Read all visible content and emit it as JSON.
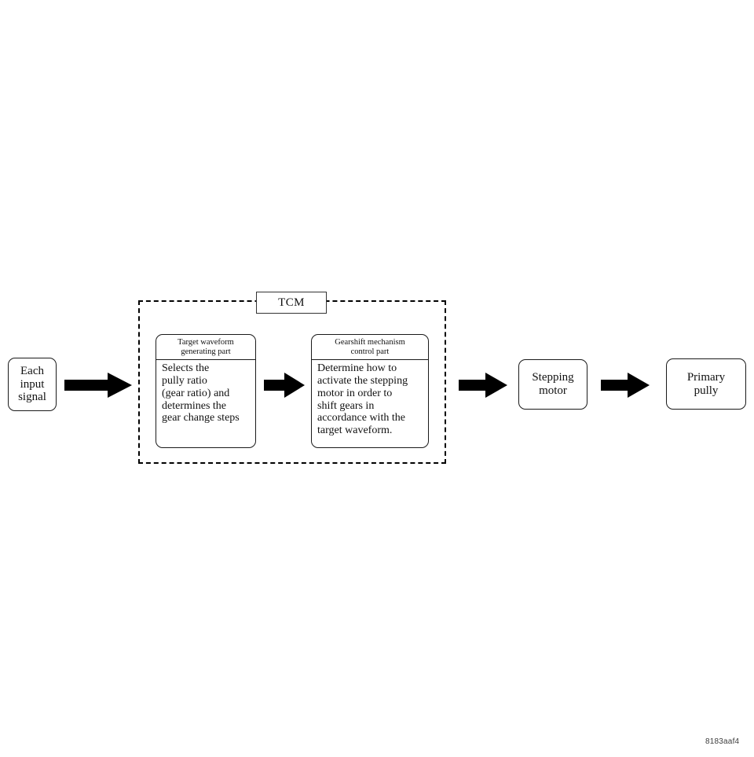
{
  "figure": {
    "code": "8183aaf4"
  },
  "nodes": {
    "input_signal": {
      "label": "Each\ninput\nsignal"
    },
    "stepping_motor": {
      "label": "Stepping\nmotor"
    },
    "primary_pully": {
      "label": "Primary\npully"
    }
  },
  "tcm": {
    "title": "TCM",
    "parts": [
      {
        "header": "Target waveform\ngenerating part",
        "body": "Selects the\npully ratio\n(gear ratio) and\ndetermines the\ngear change steps"
      },
      {
        "header": "Gearshift mechanism\ncontrol part",
        "body": "Determine how to\nactivate the stepping\nmotor in order to\nshift gears in\naccordance with the\ntarget waveform."
      }
    ]
  },
  "arrows": [
    {
      "name": "input-to-tcm",
      "direction": "right"
    },
    {
      "name": "target-to-gearshift",
      "direction": "right"
    },
    {
      "name": "tcm-to-stepping-motor",
      "direction": "right"
    },
    {
      "name": "stepping-motor-to-primary-pully",
      "direction": "right"
    }
  ],
  "colors": {
    "stroke": "#1a1a1a",
    "arrow_fill": "#000000",
    "background": "#ffffff"
  }
}
